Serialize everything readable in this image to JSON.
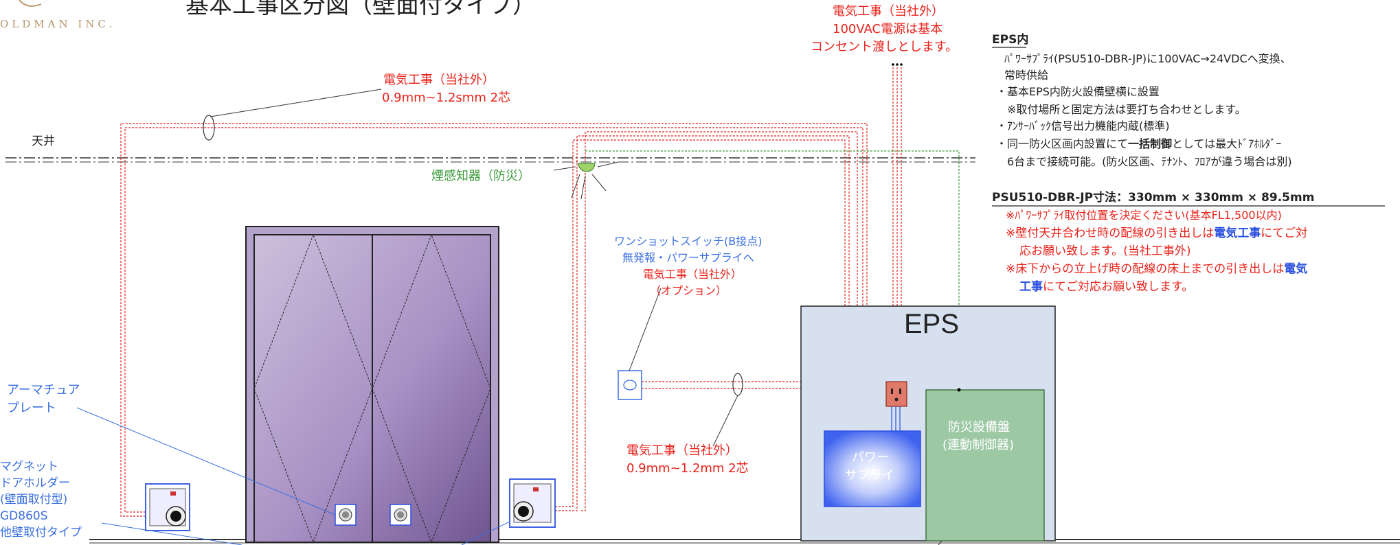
{
  "header": {
    "logo_text": "OLDMAN INC.",
    "title": "基本工事区分図（壁面付タイプ）"
  },
  "labels": {
    "ceiling": "天井",
    "smoke_detector": "煙感知器（防災）",
    "elec_top_line1": "電気工事（当社外）",
    "elec_top_line2": "0.9mm~1.2smm 2芯",
    "elec_right_line1": "電気工事（当社外）",
    "elec_right_line2": "100VAC電源は基本",
    "elec_right_line3": "コンセント渡しとします。",
    "oneshot_line1": "ワンショットスイッチ(B接点)",
    "oneshot_line2": "無発報・パワーサプライへ",
    "oneshot_line3": "電気工事（当社外）",
    "oneshot_line4": "（オプション）",
    "elec_mid_line1": "電気工事（当社外）",
    "elec_mid_line2": "0.9mm~1.2mm 2芯",
    "armature_line1": "アーマチュア",
    "armature_line2": "プレート",
    "magnet_line1": "マグネット",
    "magnet_line2": "ドアホルダー",
    "magnet_line3": "(壁面取付型)",
    "magnet_line4": "GD860S",
    "magnet_line5": "他壁取付タイプ",
    "eps": "EPS",
    "power_supply_line1": "パワー",
    "power_supply_line2": "サプライ",
    "panel_line1": "防災設備盤",
    "panel_line2": "(連動制御器)"
  },
  "notes": {
    "eps_heading": "EPS内",
    "eps_line1": "ﾊﾟﾜｰｻﾌﾟﾗｲ(PSU510-DBR-JP)に100VAC→24VDCへ変換、",
    "eps_line2": "常時供給",
    "eps_line3": "・基本EPS内防火設備壁横に設置",
    "eps_line4": "※取付場所と固定方法は要打ち合わせとします。",
    "eps_line5": "・ｱﾝｻｰﾊﾞｯｸ信号出力機能内蔵(標準)",
    "eps_line6_pre": "・同一防火区画内設置にて",
    "eps_line6_bold": "一括制御",
    "eps_line6_post": "としては最大ﾄﾞｱﾎﾙﾀﾞｰ",
    "eps_line7": "6台まで接続可能。(防火区画、ﾃﾅﾝﾄ、ﾌﾛｱが違う場合は別)",
    "psu_heading": "PSU510-DBR-JP寸法：330mm × 330mm × 89.5mm",
    "psu_line1": "※ﾊﾟﾜｰｻﾌﾟﾗｲ取付位置を決定ください(基本FL1,500以内)",
    "psu_line2_pre": "※壁付天井合わせ時の配線の引き出しは",
    "psu_line2_kw": "電気工事",
    "psu_line2_post": "にてご対",
    "psu_line3": "応お願い致します。(当社工事外)",
    "psu_line4_pre": "※床下からの立上げ時の配線の床上までの引き出しは",
    "psu_line4_kw": "電気",
    "psu_line5_kw": "工事",
    "psu_line5_post": "にてご対応お願い致します。"
  },
  "colors": {
    "red_wire": "#e8211a",
    "green_wire": "#3a9a3a",
    "blue_text": "#3a6fe0",
    "door_fill": "#b9a6cf",
    "eps_fill": "#d6e0ef",
    "panel_fill": "#9cc9a4",
    "psu_fill": "#4a6ff0"
  }
}
